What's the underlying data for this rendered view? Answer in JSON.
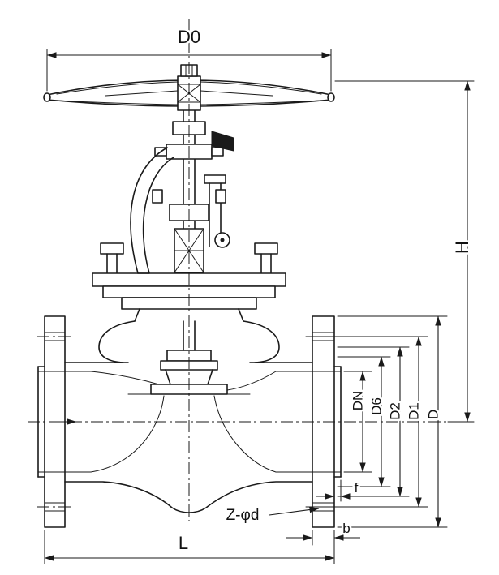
{
  "drawing": {
    "kind": "globe-valve-sectional-dimension-drawing",
    "line_color": "#1a1a1a",
    "background_color": "#ffffff"
  },
  "labels": {
    "d0": "D0",
    "h": "H",
    "dn": "DN",
    "d6": "D6",
    "d2": "D2",
    "d1": "D1",
    "d": "D",
    "z_phi_d": "Z-φd",
    "f": "f",
    "b": "b",
    "l": "L"
  }
}
